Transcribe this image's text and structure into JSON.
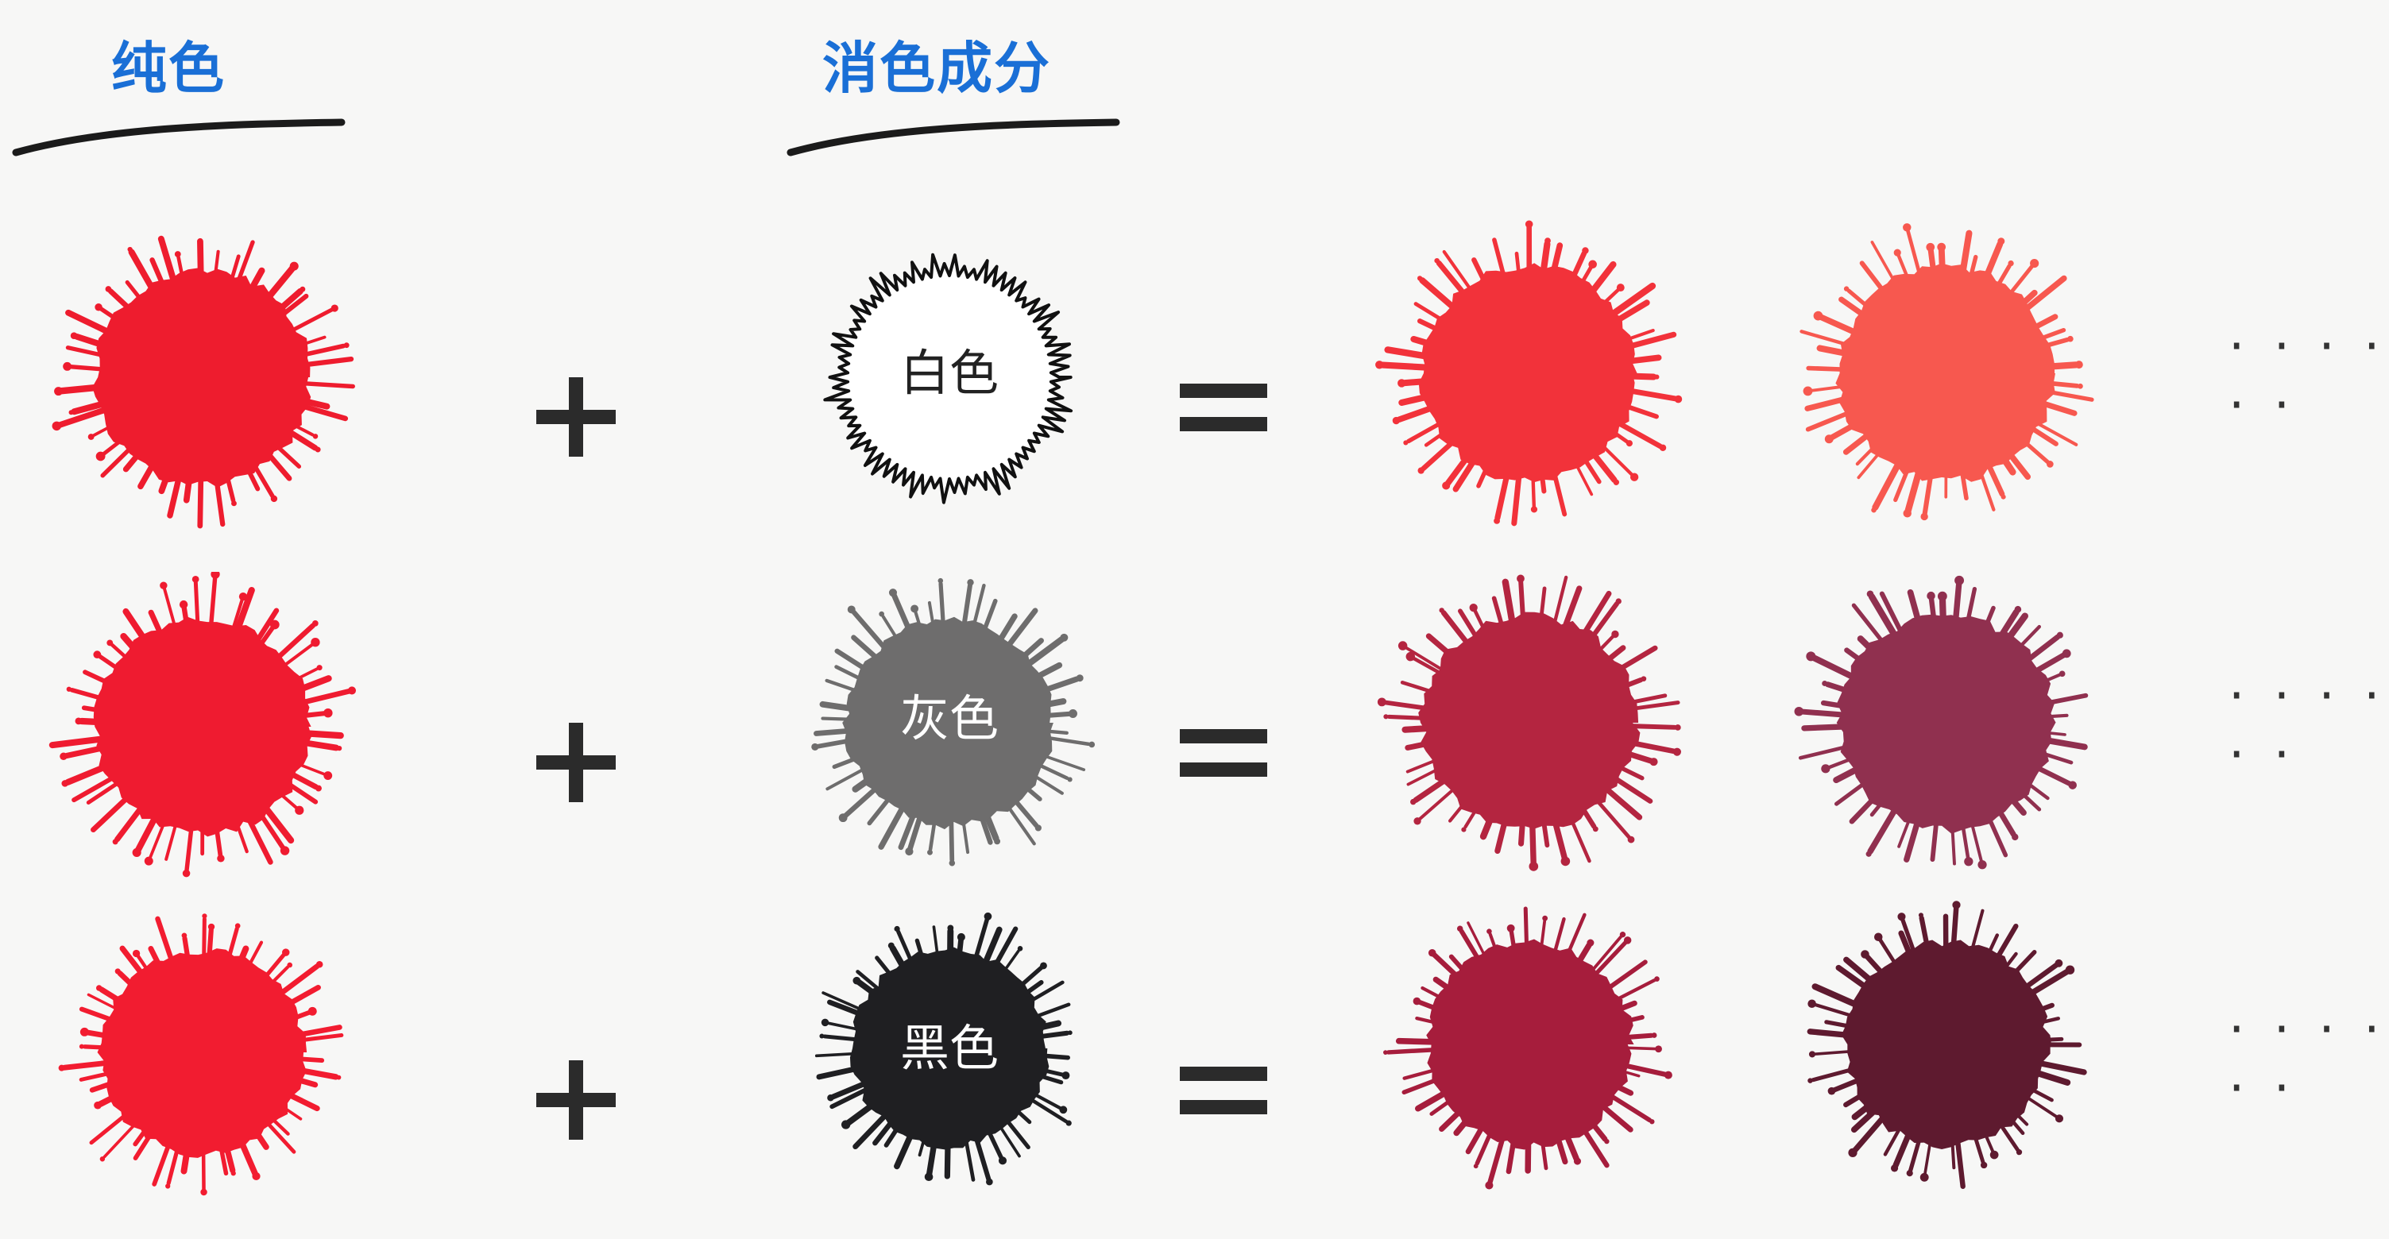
{
  "headings": {
    "pure_color": "纯色",
    "achromatic_component": "消色成分"
  },
  "colors": {
    "heading": "#1a6fd6",
    "underline": "#1b1b1b",
    "operator": "#2b2b2b",
    "background": "#f7f7f6"
  },
  "rows": [
    {
      "pure_color": "#ee1c2e",
      "achromatic": {
        "label": "白色",
        "fill": "#ffffff",
        "outline": "#111111",
        "label_color": "#222222",
        "style": "outline"
      },
      "plus": "+",
      "equals": "=",
      "results": [
        "#f2323a",
        "#f7584f"
      ],
      "ellipsis": "· · · · · ·"
    },
    {
      "pure_color": "#ef1b30",
      "achromatic": {
        "label": "灰色",
        "fill": "#6e6d6d",
        "outline": "#555555",
        "label_color": "#ffffff",
        "style": "solid"
      },
      "plus": "+",
      "equals": "=",
      "results": [
        "#b42540",
        "#90304f"
      ],
      "ellipsis": "· · · · · ·"
    },
    {
      "pure_color": "#f21c30",
      "achromatic": {
        "label": "黑色",
        "fill": "#1f1f22",
        "outline": "#1f1f22",
        "label_color": "#ffffff",
        "style": "solid"
      },
      "plus": "+",
      "equals": "=",
      "results": [
        "#a61d3c",
        "#5e1a2f"
      ],
      "ellipsis": "· · · · · ·"
    }
  ]
}
